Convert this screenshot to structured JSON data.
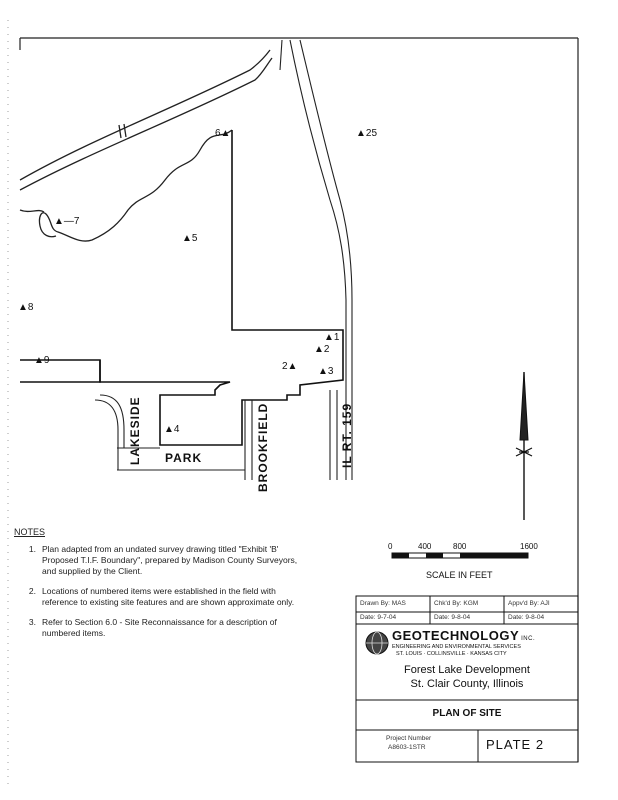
{
  "map": {
    "labels": {
      "bus": "IL RT. 159",
      "lakeside": "LAKESIDE",
      "park": "PARK",
      "brookfield": "BROOKFIELD"
    },
    "points": [
      {
        "id": "1",
        "text": "▲1"
      },
      {
        "id": "2",
        "text": "2▲"
      },
      {
        "id": "3",
        "text": "▲3"
      },
      {
        "id": "4",
        "text": "▲4"
      },
      {
        "id": "5",
        "text": "▲5"
      },
      {
        "id": "6",
        "text": "6▲"
      },
      {
        "id": "7",
        "text": "▲—7"
      },
      {
        "id": "8",
        "text": "▲8"
      },
      {
        "id": "9",
        "text": "▲9"
      },
      {
        "id": "10",
        "text": "▲2"
      },
      {
        "id": "25",
        "text": "▲25"
      }
    ]
  },
  "notes": {
    "heading": "NOTES",
    "items": [
      {
        "num": "1.",
        "text": "Plan adapted from an undated survey drawing titled \"Exhibit 'B' Proposed T.I.F. Boundary\", prepared by Madison County Surveyors, and supplied by the Client."
      },
      {
        "num": "2.",
        "text": "Locations of numbered items were established in the field with reference to existing site features and are shown approximate only."
      },
      {
        "num": "3.",
        "text": "Refer to Section 6.0 - Site Reconnaissance for a description of numbered items."
      }
    ]
  },
  "scale": {
    "ticks": [
      "0",
      "400",
      "800",
      "1600"
    ],
    "label": "SCALE IN FEET"
  },
  "title_block": {
    "drawn_by": "Drawn By: MAS",
    "chkd_by": "Chk'd By: KGM",
    "appvd_by": "Appv'd By: AJI",
    "date1": "Date: 9-7-04",
    "date2": "Date: 9-8-04",
    "date3": "Date: 9-8-04",
    "company": "GEOTECHNOLOGY",
    "company_suffix": "INC.",
    "services": "ENGINEERING AND ENVIRONMENTAL SERVICES",
    "cities": "ST. LOUIS · COLLINSVILLE · KANSAS CITY",
    "project": "Forest Lake Development",
    "county": "St. Clair County, Illinois",
    "sheet_title": "PLAN OF SITE",
    "project_no": "Project Number",
    "project_no_val": "A8603-1STR",
    "plate": "PLATE 2"
  }
}
